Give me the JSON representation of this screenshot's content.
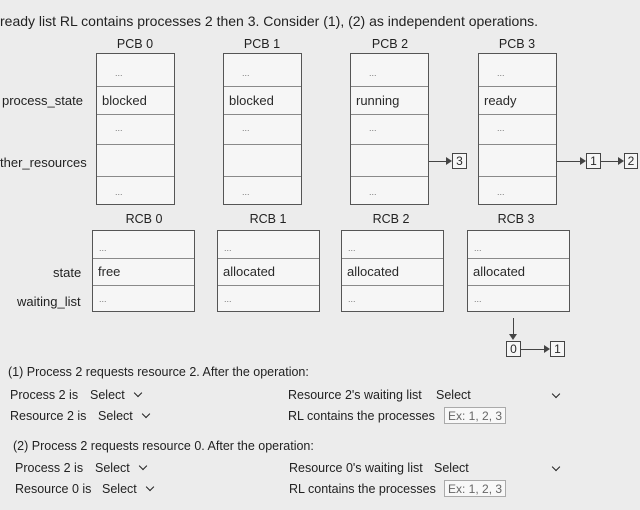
{
  "intro": "ready list RL contains processes 2 then 3. Consider (1), (2) as independent operations.",
  "pcb_titles": [
    "PCB 0",
    "PCB 1",
    "PCB 2",
    "PCB 3"
  ],
  "pcb_row_labels": {
    "process_state": "process_state",
    "other_resources": "ther_resources"
  },
  "pcb_states": [
    "blocked",
    "blocked",
    "running",
    "ready"
  ],
  "dots": "...",
  "pcb2_pointer": "3",
  "pcb3_pointers": [
    "1",
    "2"
  ],
  "rcb_titles": [
    "RCB 0",
    "RCB 1",
    "RCB 2",
    "RCB 3"
  ],
  "rcb_row_labels": {
    "state": "state",
    "waiting_list": "waiting_list"
  },
  "rcb_states": [
    "free",
    "allocated",
    "allocated",
    "allocated"
  ],
  "rcb3_waiting": [
    "0",
    "1"
  ],
  "q1": {
    "heading": "(1) Process 2 requests resource 2. After the operation:",
    "process_label": "Process 2 is",
    "process_select": "Select",
    "resource_label": "Resource 2 is",
    "resource_select": "Select",
    "waiting_label": "Resource 2's waiting list",
    "waiting_select": "Select",
    "rl_label": "RL contains the processes",
    "rl_placeholder": "Ex: 1, 2, 3"
  },
  "q2": {
    "heading": "(2) Process 2 requests resource 0. After the operation:",
    "process_label": "Process 2 is",
    "process_select": "Select",
    "resource_label": "Resource 0 is",
    "resource_select": "Select",
    "waiting_label": "Resource 0's waiting list",
    "waiting_select": "Select",
    "rl_label": "RL contains the processes",
    "rl_placeholder": "Ex: 1, 2, 3"
  }
}
